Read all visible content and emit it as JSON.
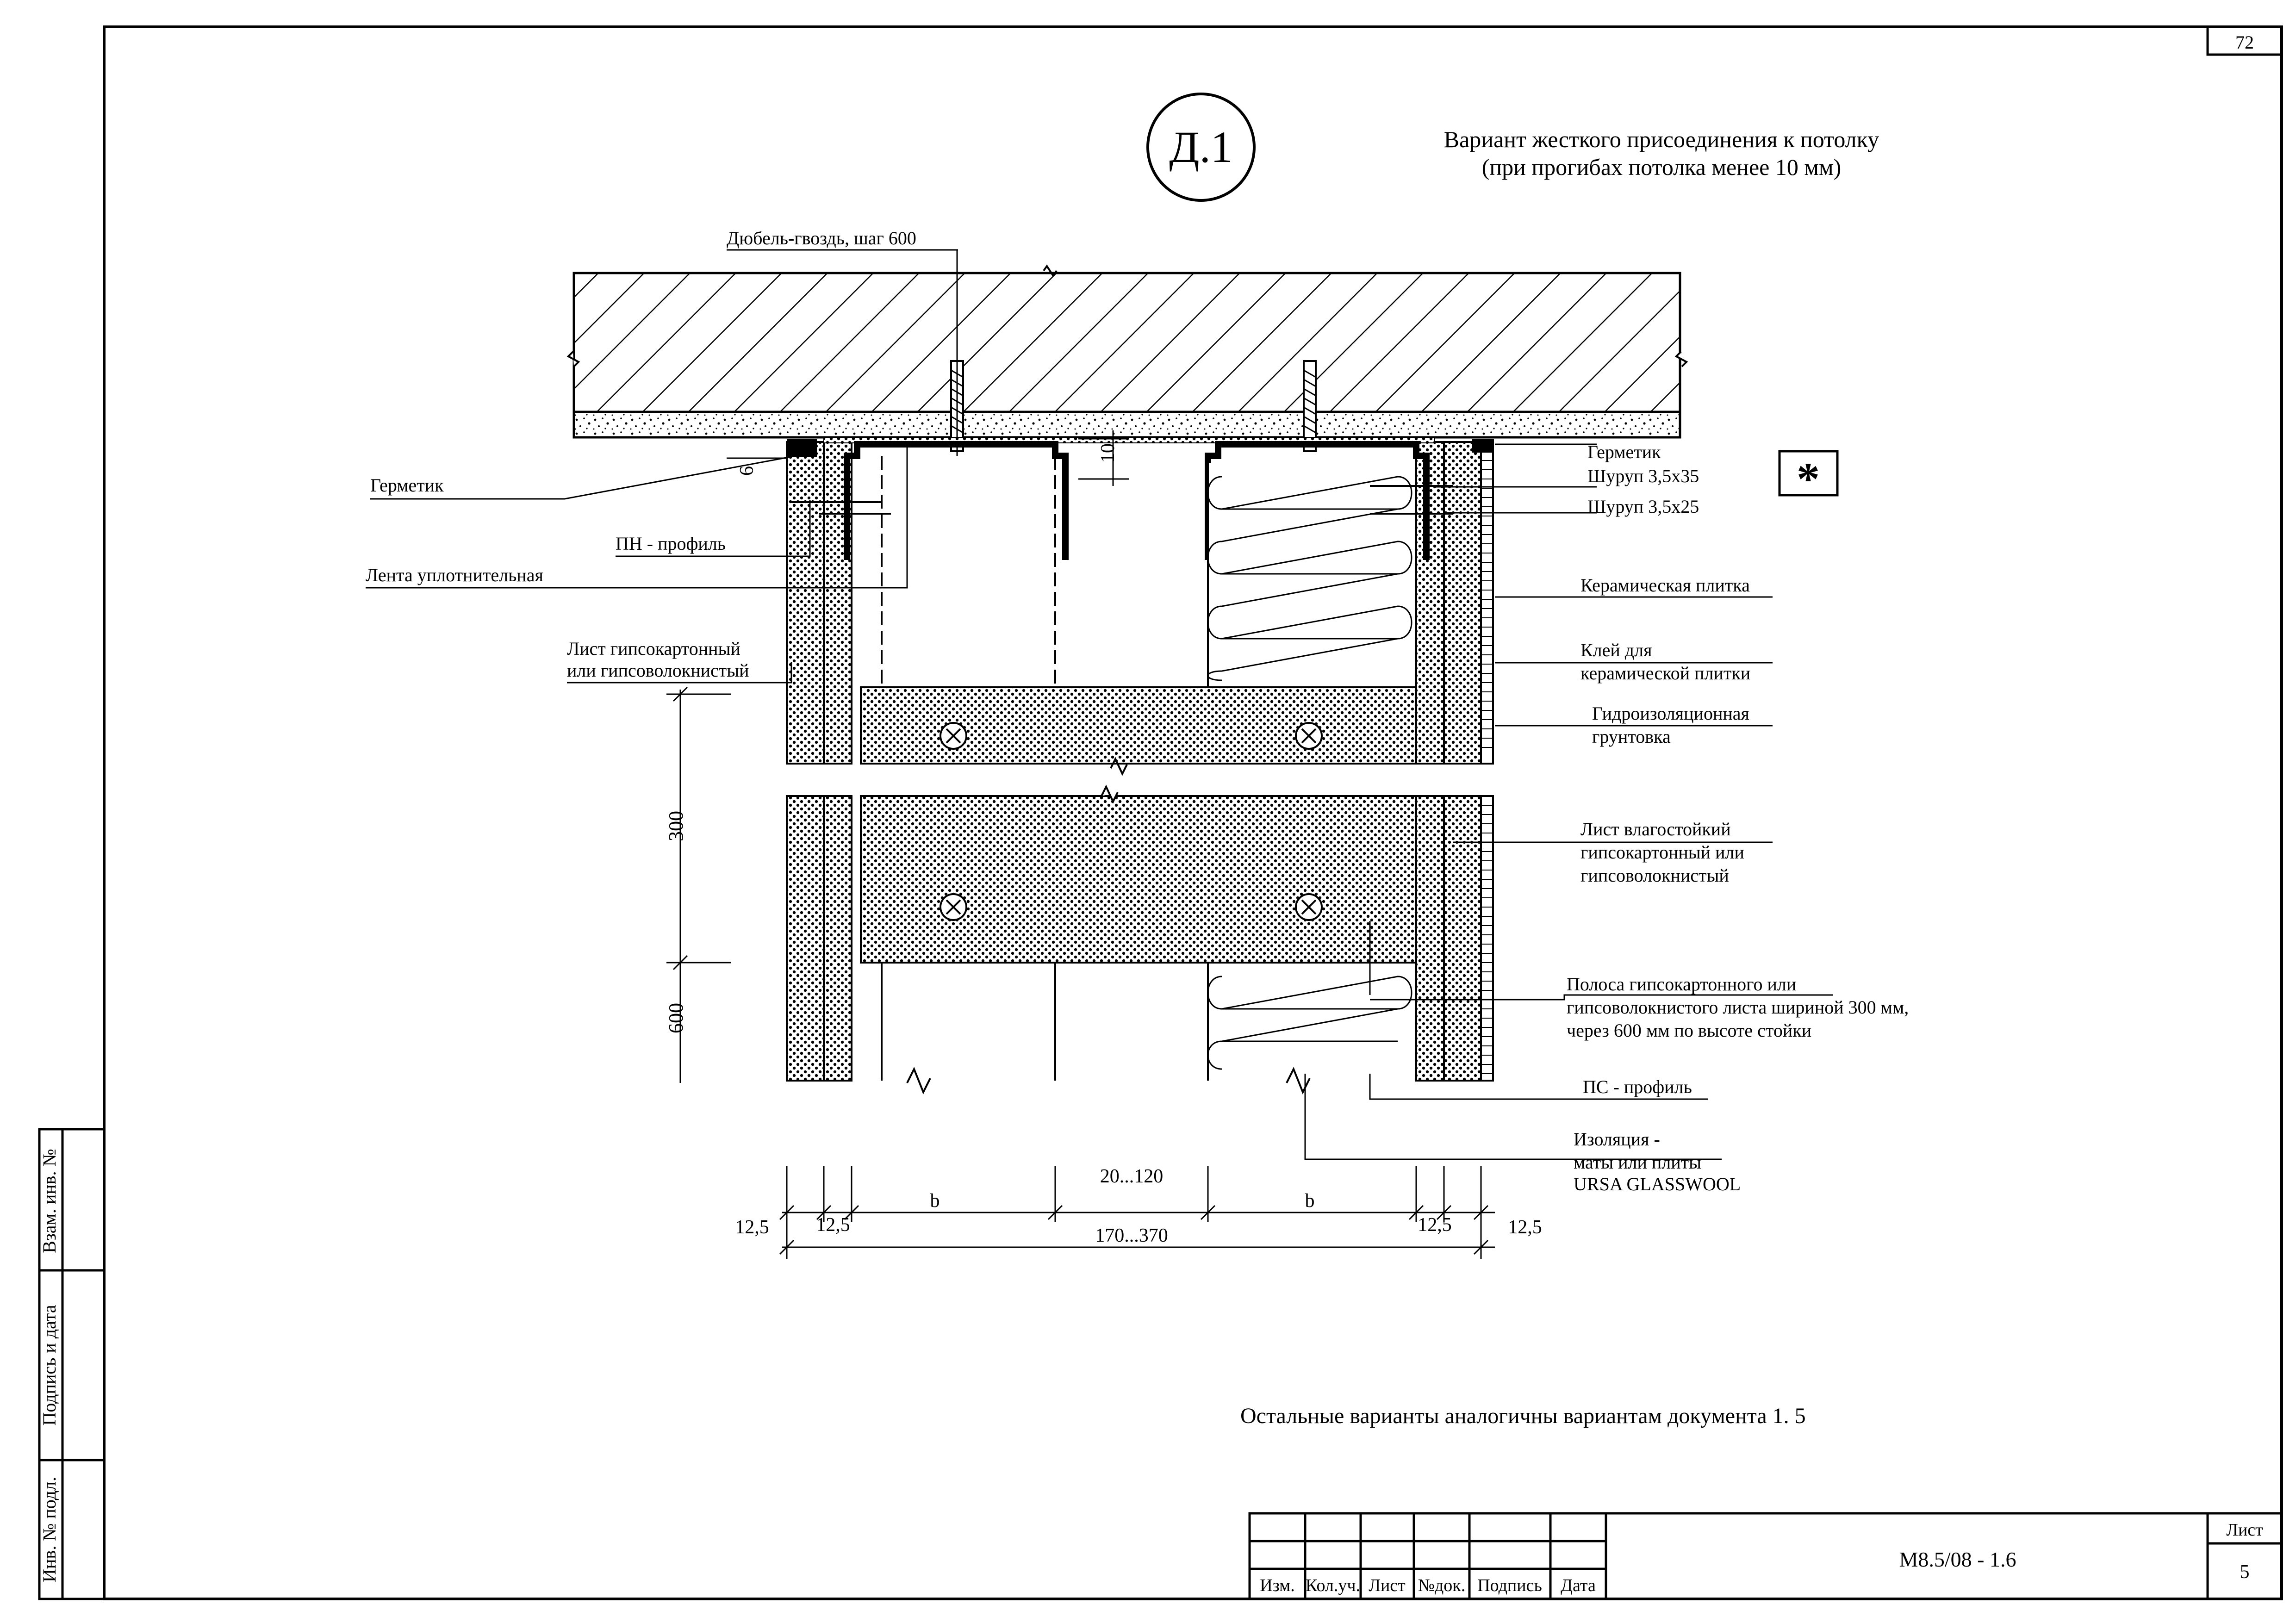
{
  "sheet": {
    "page_number": "72",
    "detail_mark": "Д.1",
    "title_line1": "Вариант жесткого присоединения к потолку",
    "title_line2": "(при прогибах потолка менее 10 мм)",
    "asterisk": "*",
    "footnote": "Остальные варианты аналогичны вариантам документа 1. 5"
  },
  "labels": {
    "dowel": "Дюбель-гвоздь, шаг 600",
    "sealant_left": "Герметик",
    "pn_profile": "ПН - профиль",
    "sealing_tape": "Лента уплотнительная",
    "gypsum_sheet_1": "Лист гипсокартонный",
    "gypsum_sheet_2": "или гипсоволокнистый",
    "sealant_right": "Герметик",
    "screw_35": "Шуруп 3,5х35",
    "screw_25": "Шуруп 3,5х25",
    "ceramic_tile": "Керамическая плитка",
    "tile_glue_1": "Клей для",
    "tile_glue_2": "керамической плитки",
    "primer_1": "Гидроизоляционная",
    "primer_2": "грунтовка",
    "moist_sheet_1": "Лист влагостойкий",
    "moist_sheet_2": "гипсокартонный  или",
    "moist_sheet_3": "гипсоволокнистый",
    "strip_1": "Полоса гипсокартонного или",
    "strip_2": "гипсоволокнистого листа шириной  300 мм,",
    "strip_3": "через 600 мм по высоте стойки",
    "ps_profile": "ПС - профиль",
    "insulation_1": "Изоляция -",
    "insulation_2": "маты или плиты",
    "insulation_3": "URSA GLASSWOOL"
  },
  "dimensions": {
    "gap_6": "6",
    "gap_10": "10",
    "v_300": "300",
    "v_600": "600",
    "d_125_outer_left": "12,5",
    "d_125_inner_left": "12,5",
    "d_b_left": "b",
    "d_middle": "20...120",
    "d_b_right": "b",
    "d_125_inner_right": "12,5",
    "d_125_outer_right": "12,5",
    "d_total": "170...370"
  },
  "side_stamp": {
    "field_1": "Взам. инв. №",
    "field_2": "Подпись и дата",
    "field_3": "Инв. № подл."
  },
  "title_block": {
    "col_izm": "Изм.",
    "col_kolvo": "Кол.уч.",
    "col_list": "Лист",
    "col_ndok": "№док.",
    "col_podpis": "Подпись",
    "col_data": "Дата",
    "doc_code": "М8.5/08 - 1.6",
    "sheet_label": "Лист",
    "sheet_number": "5"
  }
}
